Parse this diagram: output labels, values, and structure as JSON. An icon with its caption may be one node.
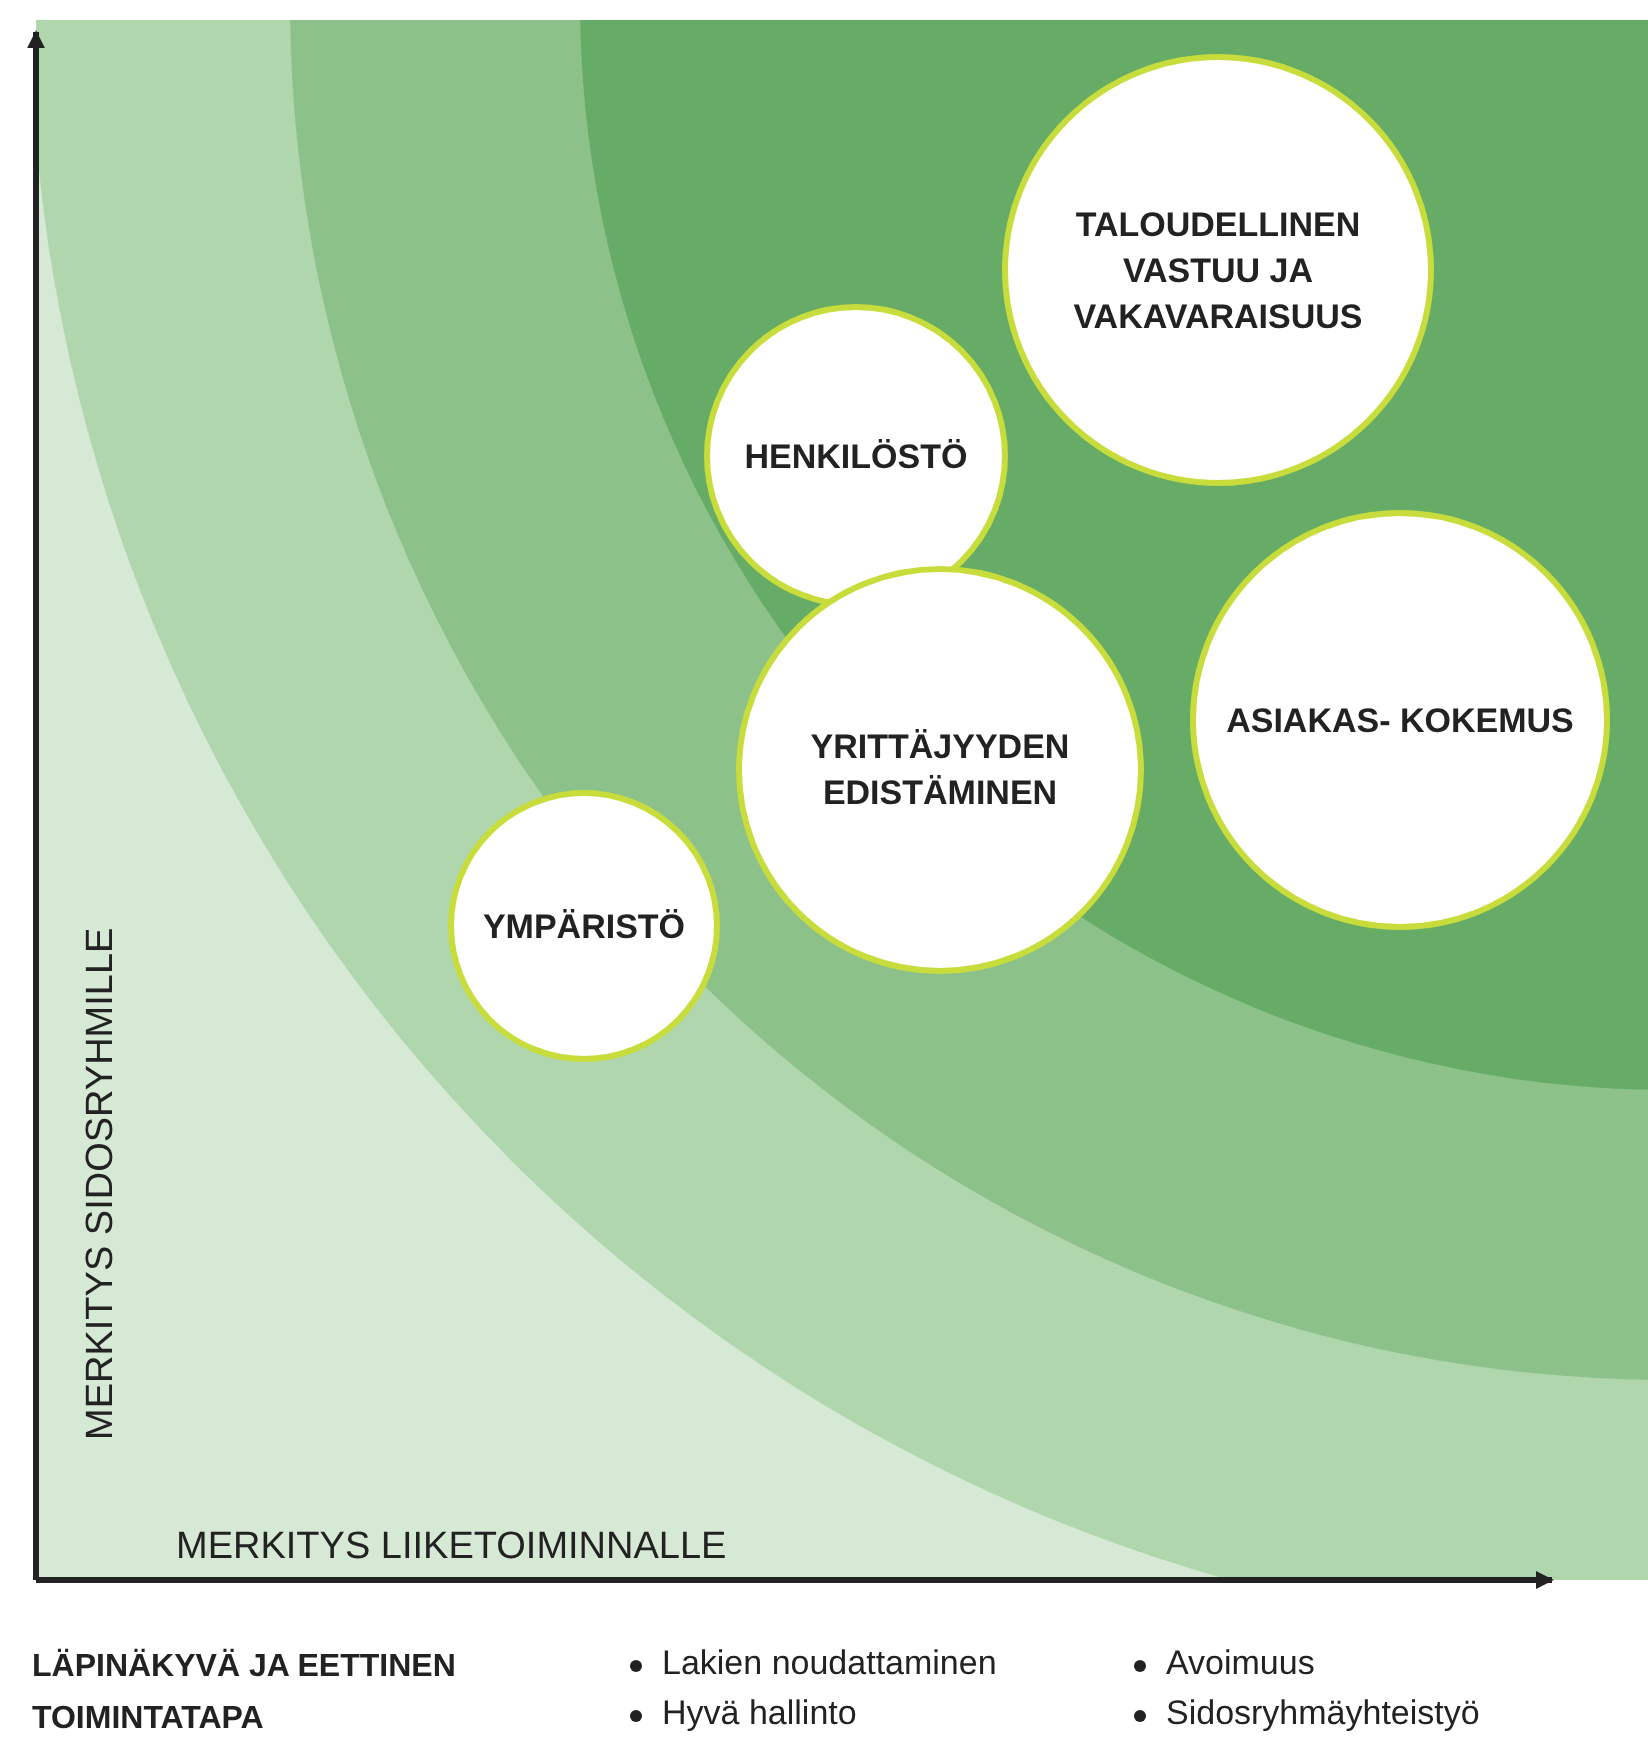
{
  "diagram": {
    "nodes": [
      {
        "text": [
          "TALOUDELLINEN VASTUU JA VAKAVARAISUUS"
        ]
      },
      {
        "text": [
          "HENKILÖSTÖ"
        ]
      },
      {
        "text": [
          "ASIAKAS- KOKEMUS"
        ]
      },
      {
        "text": [
          "YRITTÄJYYDEN EDISTÄMINEN"
        ]
      },
      {
        "text": [
          "YMPÄRISTÖ"
        ]
      }
    ],
    "edges": [],
    "labels": [
      "MERKITYS SIDOSRYHMILLE",
      "MERKITYS LIIKETOIMINNALLE",
      "LÄPINÄKYVÄ JA EETTINEN TOIMINTATAPA",
      "Lakien noudattaminen",
      "Avoimuus",
      "Hyvä hallinto",
      "Sidosryhmäyhteistyö"
    ]
  }
}
